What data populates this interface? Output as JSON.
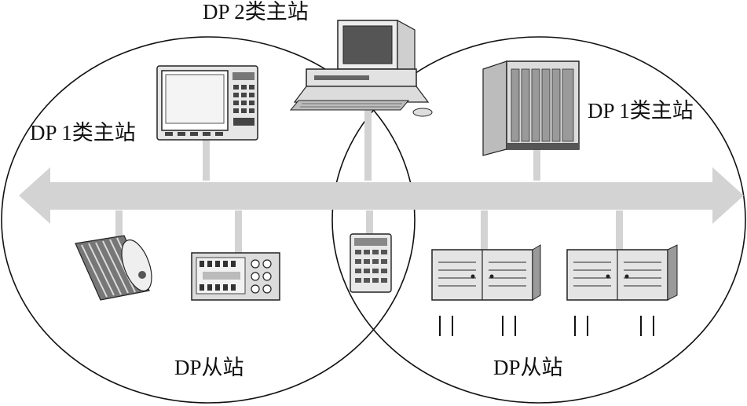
{
  "labels": {
    "dp2_master": "DP 2类主站",
    "dp1_master_left": "DP 1类主站",
    "dp1_master_right": "DP 1类主站",
    "dp_slave_left": "DP从站",
    "dp_slave_right": "DP从站"
  },
  "devices": {
    "pc": "pc-workstation-icon",
    "hmi": "operator-panel-icon",
    "plc_rack": "plc-rack-icon",
    "drive": "drive-motor-icon",
    "io_module": "io-module-icon",
    "keypad": "keypad-terminal-icon",
    "et200_a": "distributed-io-icon",
    "et200_b": "distributed-io-icon"
  },
  "colors": {
    "bus": "#d3d3d3",
    "outline": "#111111",
    "device_fill": "#e6e6e6"
  }
}
